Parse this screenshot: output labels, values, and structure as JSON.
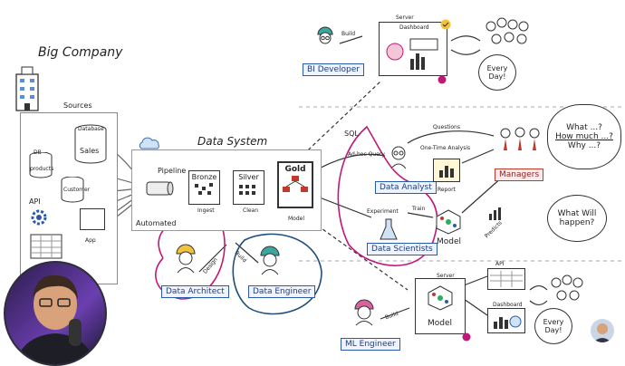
{
  "company": {
    "title": "Big Company",
    "sources_label": "Sources"
  },
  "sources": {
    "database": "Database",
    "sales": "Sales",
    "db": "DB",
    "products": "products",
    "customer": "Customer",
    "api": "API",
    "app": "App"
  },
  "system": {
    "title": "Data System",
    "pipeline": "Pipeline",
    "automated": "Automated",
    "bronze": "Bronze",
    "bronze_sub": "Ingest",
    "silver": "Silver",
    "silver_sub": "Clean",
    "gold": "Gold",
    "gold_sub": "Model"
  },
  "roles": {
    "bi_developer": "BI Developer",
    "data_analyst": "Data Analyst",
    "data_scientists": "Data Scientists",
    "managers": "Managers",
    "data_architect": "Data Architect",
    "data_engineer": "Data Engineer",
    "ml_engineer": "ML Engineer"
  },
  "edges": {
    "build_top": "Build",
    "sql": "SQL",
    "adhoc": "Ad-hoc Query",
    "questions": "Questions",
    "one_time": "One-Time Analysis",
    "report": "Report",
    "experiment": "Experiment",
    "train": "Train",
    "model": "Model",
    "predicts": "Predicts",
    "design": "Design",
    "build_left": "Build",
    "build_bottom": "Build"
  },
  "servers": {
    "top_server": "Server",
    "dashboard": "Dashboard",
    "bottom_server": "Server",
    "bottom_model": "Model",
    "api": "API",
    "bottom_dashboard": "Dashboard"
  },
  "bubbles": {
    "every_day_top": "Every Day!",
    "q_what": "What ...?",
    "q_how": "How much ...?",
    "q_why": "Why ...?",
    "what_will": "What Will happen?",
    "every_day_bottom": "Every Day!"
  },
  "colors": {
    "pink": "#c0187a",
    "navy": "#1f4f7a",
    "accent_blue": "#2a5aa8",
    "helmet": "#f2c23a"
  }
}
